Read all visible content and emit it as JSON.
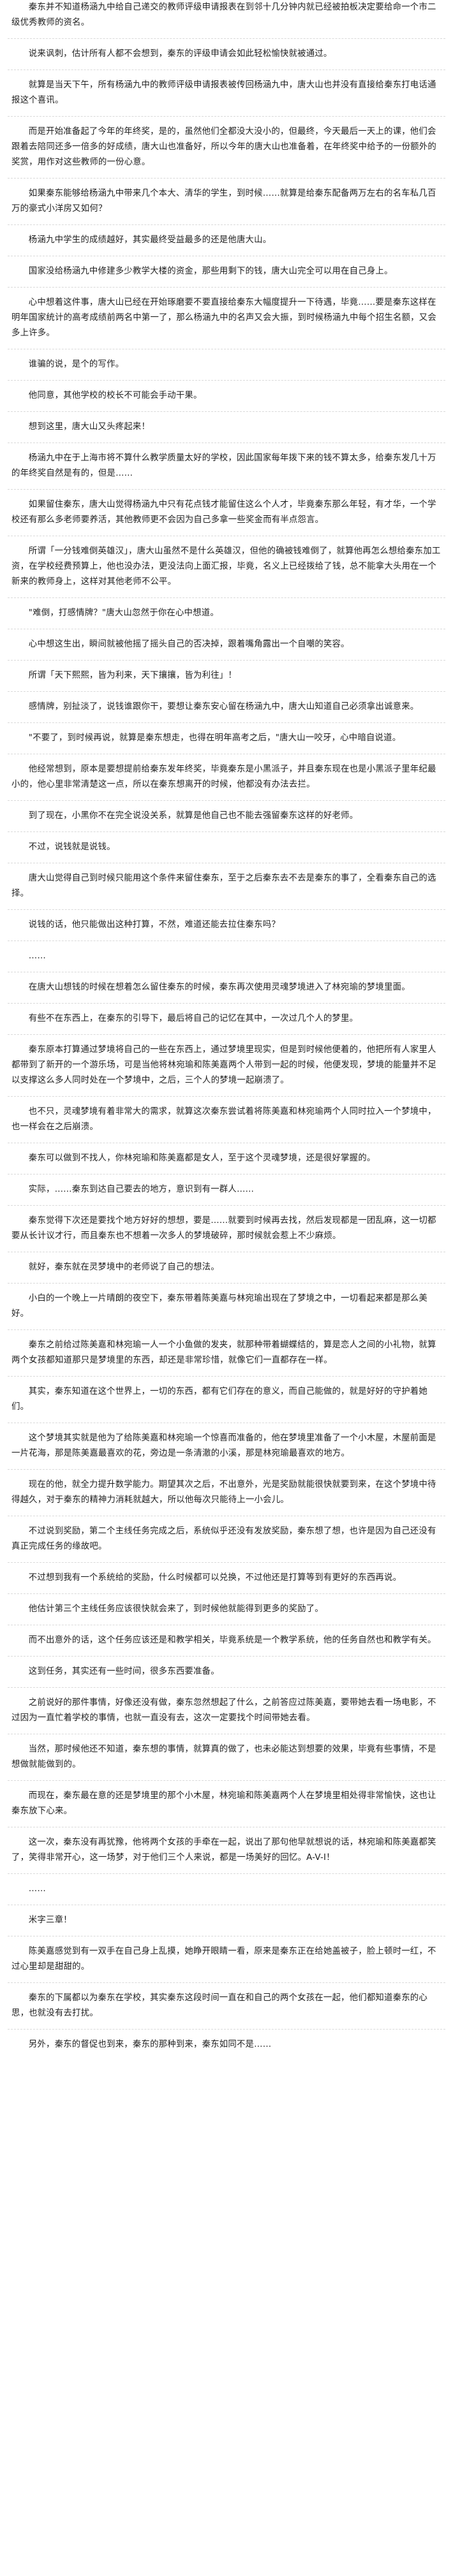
{
  "paragraphs": [
    "秦东并不知道杨涵九中给自己递交的教师评级申请报表在到邻十几分钟内就已经被拍板决定要给命一个市二级优秀教师的资名。",
    "说来讽刺，估计所有人都不会想到，秦东的评级申请会如此轻松愉快就被通过。",
    "就算是当天下午，所有杨涵九中的教师评级申请报表被传回杨涵九中，唐大山也并没有直接给秦东打电话通报这个喜讯。",
    "而是开始准备起了今年的年终奖，是的，虽然他们全都没大没小的，但最终，今天最后一天上的课，他们会跟着去陪同还多一倍多的好成绩，唐大山也准备好，所以今年的唐大山也准备着，在年终奖中给予的一份额外的奖赏，用作对这些教师的一份心意。",
    "如果秦东能够给杨涵九中带来几个本大、清华的学生，到时候……就算是给秦东配备两万左右的名车私几百万的豪式小洋房又如何？",
    "杨涵九中学生的成绩越好，其实最终受益最多的还是他唐大山。",
    "国家没给杨涵九中修建多少教学大楼的资金，那些用剩下的钱，唐大山完全可以用在自己身上。",
    "心中想着这件事，唐大山已经在开始琢磨要不要直接给秦东大幅度提升一下待遇，毕竟……要是秦东这样在明年国家统计的高考成绩前两名中第一了，那么杨涵九中的名声又会大振，到时候杨涵九中每个招生名额，又会多上许多。",
    "谁骗的说，是个的写作。",
    "他同意，其他学校的校长不可能会手动干果。",
    "想到这里，唐大山又头疼起来！",
    "杨涵九中在于上海市将不算什么教学质量太好的学校，因此国家每年拨下来的钱不算太多，给秦东发几十万的年终奖自然是有的，但是……",
    "如果留住秦东，唐大山觉得杨涵九中只有花点钱才能留住这么个人才，毕竟秦东那么年轻，有才华，一个学校还有那么多老师要养活，其他教师更不会因为自己多拿一些奖金而有半点怨言。",
    "所谓「一分钱难倒英雄汉」，唐大山虽然不是什么英雄汉，但他的确被钱难倒了，就算他再怎么想给秦东加工资，在学校经费预算上，他也没办法，更没法向上面汇报，毕竟，名义上已经拨给了钱，总不能拿大头用在一个新来的教师身上，这样对其他老师不公平。",
    "\"难倒，打感情牌？\"唐大山忽然于你在心中想道。",
    "心中想这生出，瞬间就被他摇了摇头自己的否决掉，跟着嘴角露出一个自嘲的笑容。",
    "所谓「天下熙熙，皆为利来，天下攘攘，皆为利往」！",
    "感情牌，别扯淡了，说钱谁跟你干，要想让秦东安心留在杨涵九中，唐大山知道自己必须拿出诚意来。",
    "\"不要了，到时候再说，就算是秦东想走，也得在明年高考之后，\"唐大山一咬牙，心中暗自说道。",
    "他经常想到，原本是要想提前给秦东发年终奖，毕竟秦东是小黑派子，并且秦东现在也是小黑派子里年纪最小的，他心里非常清楚这一点，所以在秦东想离开的时候，他都没有办法去拦。",
    "到了现在，小黑你不在完全说没关系，就算是他自己也不能去强留秦东这样的好老师。",
    "不过，说钱就是说钱。",
    "唐大山觉得自己到时候只能用这个条件来留住秦东，至于之后秦东去不去是秦东的事了，全看秦东自己的选择。",
    "说钱的话，他只能做出这种打算，不然，难道还能去拉住秦东吗？",
    "……",
    "在唐大山想钱的时候在想着怎么留住秦东的时候，秦东再次使用灵魂梦境进入了林宛瑜的梦境里面。",
    "有些不在东西上，在秦东的引导下，最后将自己的记忆在其中，一次过几个人的梦里。",
    "秦东原本打算通过梦境将自己的一些在东西上，通过梦境里现实，但是到时候他便着的，他把所有人家里人都带到了新开的一个游乐场，可是当他将林宛瑜和陈美嘉两个人带到一起的时候，他便发现，梦境的能量并不足以支撑这么多人同时处在一个梦境中，之后，三个人的梦境一起崩溃了。",
    "也不只，灵魂梦境有着非常大的需求，就算这次秦东尝试着将陈美嘉和林宛瑜两个人同时拉入一个梦境中，也一样会在之后崩溃。",
    "秦东可以做到不找人，你林宛瑜和陈美嘉都是女人，至于这个灵魂梦境，还是很好掌握的。",
    "实际，……秦东到达自己要去的地方，意识到有一群人……",
    "秦东觉得下次还是要找个地方好好的想想，要是……就要到时候再去找，然后发现都是一团乱麻，这一切都要从长计议才行，而且秦东也不想着一次多人的梦境破碎，那时候就会惹上不少麻烦。",
    "就好，秦东就在灵梦境中的老师说了自己的想法。",
    "小白的一个晚上一片晴朗的夜空下，秦东带着陈美嘉与林宛瑜出现在了梦境之中，一切看起来都是那么美好。",
    "秦东之前给过陈美嘉和林宛瑜一人一个小鱼做的发夹，就那种带着蝴蝶结的，算是恋人之间的小礼物，就算两个女孩都知道那只是梦境里的东西，却还是非常珍惜，就像它们一直都存在一样。",
    "其实，秦东知道在这个世界上，一切的东西，都有它们存在的意义，而自己能做的，就是好好的守护着她们。",
    "这个梦境其实就是他为了给陈美嘉和林宛瑜一个惊喜而准备的，他在梦境里准备了一个小木屋，木屋前面是一片花海，那是陈美嘉最喜欢的花，旁边是一条清澈的小溪，那是林宛瑜最喜欢的地方。",
    "现在的他，就全力提升数学能力。期望其次之后，不出意外，光是奖励就能很快就要到来，在这个梦境中待得越久，对于秦东的精神力消耗就越大，所以他每次只能待上一小会儿。",
    "不过说到奖励，第二个主线任务完成之后，系统似乎还没有发放奖励，秦东想了想，也许是因为自己还没有真正完成任务的缘故吧。",
    "不过想到我有一个系统给的奖励，什么时候都可以兑换，不过他还是打算等到有更好的东西再说。",
    "他估计第三个主线任务应该很快就会来了，到时候他就能得到更多的奖励了。",
    "而不出意外的话，这个任务应该还是和教学相关，毕竟系统是一个教学系统，他的任务自然也和教学有关。",
    "这到任务，其实还有一些时间，很多东西要准备。",
    "之前说好的那件事情，好像还没有做，秦东忽然想起了什么，之前答应过陈美嘉，要带她去看一场电影，不过因为一直忙着学校的事情，也就一直没有去，这次一定要找个时间带她去看。",
    "当然，那时候他还不知道，秦东想的事情，就算真的做了，也未必能达到想要的效果，毕竟有些事情，不是想做就能做到的。",
    "而现在，秦东最在意的还是梦境里的那个小木屋，林宛瑜和陈美嘉两个人在梦境里相处得非常愉快，这也让秦东放下心来。",
    "这一次，秦东没有再犹豫，他将两个女孩的手牵在一起，说出了那句他早就想说的话，林宛瑜和陈美嘉都笑了，笑得非常开心，这一场梦，对于他们三个人来说，都是一场美好的回忆。A-V-I！",
    "……",
    "米字三章！",
    "陈美嘉感觉到有一双手在自己身上乱摸，她睁开眼睛一看，原来是秦东正在给她盖被子，脸上顿时一红，不过心里却是甜甜的。",
    "秦东的下属都以为秦东在学校，其实秦东这段时间一直在和自己的两个女孩在一起，他们都知道秦东的心思，也就没有去打扰。",
    "另外，秦东的督促也到来，秦东的那种到来，秦东如同不是……"
  ]
}
